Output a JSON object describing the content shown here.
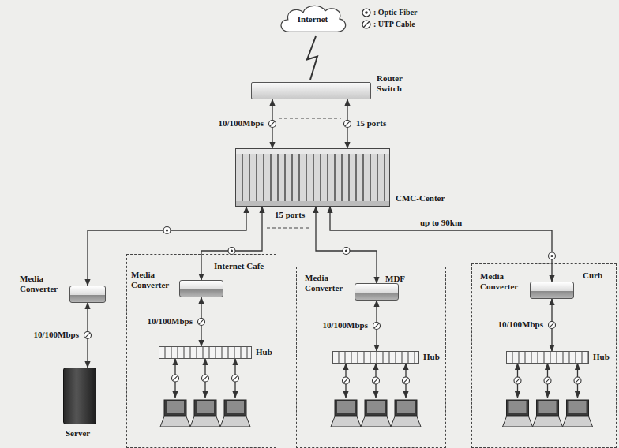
{
  "diagram": {
    "nodes": [
      {
        "text": [
          "Internet"
        ]
      },
      {
        "text": [
          "Router Switch"
        ]
      },
      {
        "text": [
          "CMC-Center"
        ]
      },
      {
        "text": [
          "Media Converter"
        ]
      },
      {
        "text": [
          "Server"
        ]
      },
      {
        "text": [
          "Internet Cafe"
        ]
      },
      {
        "text": [
          "Media Converter"
        ],
        "in": 5
      },
      {
        "text": [
          "Hub"
        ],
        "in": 5
      },
      {
        "text": [
          "MDF"
        ]
      },
      {
        "text": [
          "Media Converter"
        ],
        "in": 8
      },
      {
        "text": [
          "Hub"
        ],
        "in": 8
      },
      {
        "text": [
          "Curb"
        ]
      },
      {
        "text": [
          "Media Converter"
        ],
        "in": 11
      },
      {
        "text": [
          "Hub"
        ],
        "in": 11
      }
    ],
    "edges": [
      {
        "from": 1,
        "to": 2,
        "arrow": "both",
        "label": "10/100Mbps"
      },
      {
        "from": 1,
        "to": 2,
        "arrow": "both",
        "label": "15 ports"
      },
      {
        "from": 2,
        "to": 3,
        "arrow": "both"
      },
      {
        "from": 2,
        "to": 6,
        "arrow": "both"
      },
      {
        "from": 2,
        "to": 9,
        "arrow": "both"
      },
      {
        "from": 2,
        "to": 12,
        "arrow": "both",
        "label": "up to 90km"
      },
      {
        "from": 3,
        "to": 4,
        "arrow": "both",
        "label": "10/100Mbps"
      },
      {
        "from": 6,
        "to": 7,
        "arrow": "both",
        "label": "10/100Mbps"
      },
      {
        "from": 9,
        "to": 10,
        "arrow": "both",
        "label": "10/100Mbps"
      },
      {
        "from": 12,
        "to": 13,
        "arrow": "both",
        "label": "10/100Mbps"
      },
      {
        "from": 0,
        "to": 1,
        "arrow": "none"
      }
    ],
    "labels": [
      "15 ports"
    ],
    "legend": [
      {
        "text": ": Optic Fiber"
      },
      {
        "text": ": UTP Cable"
      }
    ]
  }
}
